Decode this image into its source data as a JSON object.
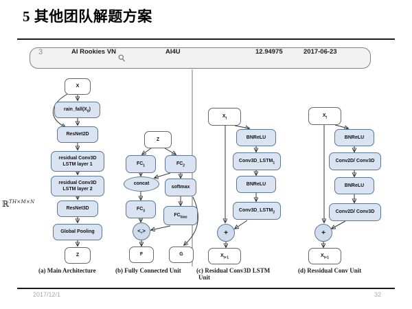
{
  "slide": {
    "title": "5 其他团队解题方案",
    "footer_date": "2017/12/1",
    "page_number": "32"
  },
  "leaderboard": {
    "rank": "3",
    "team": "AI Rookies VN",
    "entry": "AI4U",
    "score": "12.94975",
    "date": "2017-06-23",
    "icon": "search-icon"
  },
  "annotation": {
    "pre": "ℝ",
    "sup": "TH×M×N"
  },
  "colors": {
    "node_fill": "#dae3f1",
    "node_stroke": "#5b7693",
    "circle_fill": "#cfdcee",
    "line_color": "#333333"
  },
  "diagrams": {
    "a": {
      "caption": "(a) Main Architecture",
      "nodes": {
        "x": {
          "pre": "X"
        },
        "rainfall": {
          "pre": "rain_fall(X",
          "sub": "0",
          "post": ")"
        },
        "resnet2d": {
          "pre": "ResNet2D"
        },
        "reslstm1": {
          "pre": "residual Conv3D LSTM  layer 1"
        },
        "reslstm2": {
          "pre": "residual Conv3D LSTM layer 2"
        },
        "resnet3d": {
          "pre": "ResNet3D"
        },
        "pool": {
          "pre": "Global Pooling"
        },
        "z": {
          "pre": "Z"
        }
      }
    },
    "b": {
      "caption": "(b) Fully Connected Unit",
      "nodes": {
        "z": {
          "pre": "Z"
        },
        "fc1": {
          "pre": "FC",
          "sub": "1"
        },
        "fc2": {
          "pre": "FC",
          "sub": "2"
        },
        "concat": {
          "pre": "concat"
        },
        "softmax": {
          "pre": "softmax"
        },
        "fc3": {
          "pre": "FC",
          "sub": "3"
        },
        "fcbias": {
          "pre": "FC",
          "sub": "bias"
        },
        "inner": {
          "pre": "<,>"
        },
        "f": {
          "pre": "F"
        },
        "g": {
          "pre": "G"
        }
      }
    },
    "c": {
      "caption": "(c) Residual Conv3D LSTM",
      "caption2": "Unit",
      "nodes": {
        "xt": {
          "pre": "X",
          "sub": "t"
        },
        "bnrelu1": {
          "pre": "BNReLU"
        },
        "lstm1": {
          "pre": "Conv3D_LSTM",
          "sub": "1"
        },
        "bnrelu2": {
          "pre": "BNReLU"
        },
        "lstm2": {
          "pre": "Conv3D_LSTM",
          "sub": "2"
        },
        "plus": {
          "pre": "+"
        },
        "xt1": {
          "pre": "X",
          "sub": "t+1"
        }
      }
    },
    "d": {
      "caption": "(d) Ressidual Conv Unit",
      "nodes": {
        "xt": {
          "pre": "X",
          "sub": "t"
        },
        "bnrelu1": {
          "pre": "BNReLU"
        },
        "conv1": {
          "pre": "Conv2D/ Conv3D"
        },
        "bnrelu2": {
          "pre": "BNReLU"
        },
        "conv2": {
          "pre": "Conv2D/ Conv3D"
        },
        "plus": {
          "pre": "+"
        },
        "xt1": {
          "pre": "X",
          "sub": "t+1"
        }
      }
    }
  }
}
